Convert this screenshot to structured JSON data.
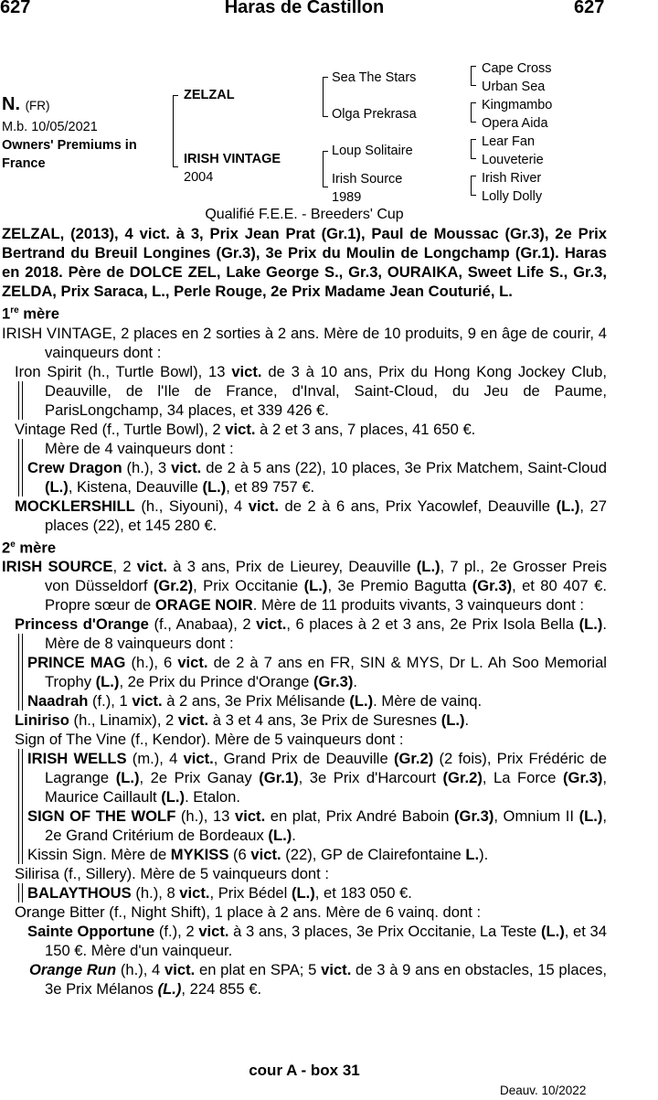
{
  "header": {
    "lot_left": "627",
    "title": "Haras de Castillon",
    "lot_right": "627"
  },
  "horse": {
    "name": "N.",
    "country": "(FR)",
    "desc": "M.b. 10/05/2021",
    "consignor_line1": "Owners' Premiums in",
    "consignor_line2": "France"
  },
  "pedigree": {
    "sire": "ZELZAL",
    "dam": "IRISH VINTAGE",
    "dam_year": "2004",
    "ss": "Sea The Stars",
    "sd": "Olga Prekrasa",
    "ds": "Loup Solitaire",
    "dd": "Irish Source",
    "dd_year": "1989",
    "sss": "Cape Cross",
    "ssd": "Urban Sea",
    "sds": "Kingmambo",
    "sdd": "Opera Aida",
    "dss": "Lear Fan",
    "dsd": "Louveterie",
    "dds": "Irish River",
    "ddd": "Lolly Dolly"
  },
  "qualif": "Qualifié F.E.E. - Breeders' Cup",
  "sire_par": "ZELZAL, (2013), 4 vict. à 3, Prix Jean Prat (Gr.1), Paul de Moussac (Gr.3), 2e Prix Bertrand du Breuil Longines (Gr.3), 3e Prix du Moulin de Longchamp (Gr.1). Haras en 2018. Père de DOLCE ZEL, Lake George S., Gr.3, OURAIKA, Sweet Life S., Gr.3, ZELDA, Prix Saraca, L., Perle Rouge, 2e Prix Madame Jean Couturié, L.",
  "m1": {
    "head": "1",
    "sup": "re",
    "tail": " mère"
  },
  "m1_dam": "IRISH VINTAGE, 2 places en 2 sorties à 2 ans. Mère de 10 produits, 9 en âge de courir, 4 vainqueurs dont :",
  "iron": {
    "name": "Iron Spirit",
    "a": " (h., Turtle Bowl), 13 ",
    "vict": "vict.",
    "b": " de 3 à 10 ans, Prix du Hong Kong Jockey Club, Deauville, de l'Ile de France, d'Inval, Saint-Cloud, du Jeu de Paume, ParisLongchamp, 34 places, et 339 426 €."
  },
  "vintage": {
    "name": "Vintage Red",
    "a": " (f., Turtle Bowl), 2 ",
    "vict": "vict.",
    "b": " à 2 et 3 ans, 7 places, 41 650 €.",
    "c": "Mère de 4 vainqueurs dont :"
  },
  "crew": {
    "name": "Crew Dragon",
    "a": " (h.), 3 ",
    "vict": "vict.",
    "b": " de 2 à 5 ans (22), 10 places, 3e Prix Matchem, Saint-Cloud ",
    "l1": "(L.)",
    "c": ", Kistena, Deauville ",
    "l2": "(L.)",
    "d": ", et 89 757 €."
  },
  "mock": {
    "name": "MOCKLERSHILL",
    "a": " (h., Siyouni), 4 ",
    "vict": "vict.",
    "b": " de 2 à 6 ans, Prix Yacowlef, Deauville ",
    "l1": "(L.)",
    "c": ", 27 places (22), et 145 280 €."
  },
  "m2": {
    "head": "2",
    "sup": "e",
    "tail": " mère"
  },
  "src": {
    "name": "IRISH SOURCE",
    "a": ", 2 ",
    "vict": "vict.",
    "b": " à 3 ans, Prix de Lieurey, Deauville ",
    "l1": "(L.)",
    "c": ", 7 pl., 2e Grosser Preis von Düsseldorf ",
    "g1": "(Gr.2)",
    "d": ", Prix Occitanie ",
    "l2": "(L.)",
    "e": ", 3e Premio Bagutta ",
    "g2": "(Gr.3)",
    "f": ", et 80 407 €. Propre sœur de ",
    "orage": "ORAGE NOIR",
    "g": ". Mère de 11 produits vivants, 3 vainqueurs dont :"
  },
  "princess": {
    "name": "Princess d'Orange",
    "a": " (f., Anabaa), 2 ",
    "vict": "vict.",
    "b": ", 6 places à 2 et 3 ans, 2e Prix Isola Bella ",
    "l1": "(L.)",
    "c": ". Mère de 8 vainqueurs dont :"
  },
  "mag": {
    "name": "PRINCE MAG",
    "a": " (h.), 6 ",
    "vict": "vict.",
    "b": " de 2 à 7 ans en FR, SIN & MYS, Dr L. Ah Soo Memorial Trophy ",
    "l1": "(L.)",
    "c": ", 2e Prix du Prince d'Orange ",
    "g1": "(Gr.3)",
    "d": "."
  },
  "naad": {
    "name": "Naadrah",
    "a": " (f.), 1 ",
    "vict": "vict.",
    "b": " à 2 ans, 3e Prix Mélisande ",
    "l1": "(L.)",
    "c": ". Mère de vainq."
  },
  "lini": {
    "name": "Liniriso",
    "a": " (h., Linamix), 2 ",
    "vict": "vict.",
    "b": " à 3 et 4 ans, 3e Prix de Suresnes ",
    "l1": "(L.)",
    "c": "."
  },
  "sign": {
    "text": "Sign of The Vine (f., Kendor). Mère de 5 vainqueurs dont :"
  },
  "wells": {
    "name": "IRISH WELLS",
    "a": " (m.), 4 ",
    "vict": "vict.",
    "b": ", Grand Prix de Deauville ",
    "g1": "(Gr.2)",
    "c": " (2 fois), Prix Frédéric de Lagrange ",
    "l1": "(L.)",
    "d": ", 2e Prix Ganay ",
    "g2": "(Gr.1)",
    "e": ", 3e Prix d'Harcourt ",
    "g3": "(Gr.2)",
    "f": ", La Force ",
    "g4": "(Gr.3)",
    "g": ", Maurice Caillault ",
    "l2": "(L.)",
    "h": ". Etalon."
  },
  "wolf": {
    "name": "SIGN OF THE WOLF",
    "a": " (h.), 13 ",
    "vict": "vict.",
    "b": " en plat, Prix André Baboin ",
    "g1": "(Gr.3)",
    "c": ", Omnium II ",
    "l1": "(L.)",
    "d": ", 2e Grand Critérium de Bordeaux ",
    "l2": "(L.)",
    "e": "."
  },
  "kissin": {
    "a": "Kissin Sign. Mère de ",
    "name": "MYKISS",
    "b": " (6 ",
    "vict": "vict.",
    "c": " (22), GP de Clairefontaine ",
    "l1": "L.",
    "d": ")."
  },
  "silirisa": {
    "text": "Silirisa (f., Sillery). Mère de 5 vainqueurs dont :"
  },
  "balay": {
    "name": "BALAYTHOUS",
    "a": " (h.), 8 ",
    "vict": "vict.",
    "b": ", Prix Bédel ",
    "l1": "(L.)",
    "c": ", et 183 050 €."
  },
  "bitter": {
    "text": "Orange Bitter (f., Night Shift), 1 place à 2 ans. Mère de 6 vainq. dont :"
  },
  "sainte": {
    "name": "Sainte Opportune",
    "a": " (f.), 2 ",
    "vict": "vict.",
    "b": " à 3 ans, 3 places, 3e Prix Occitanie, La Teste ",
    "l1": "(L.)",
    "c": ", et 34 150 €. Mère d'un vainqueur."
  },
  "run": {
    "name": "Orange Run",
    "a": " (h.), 4 ",
    "vict1": "vict.",
    "b": " en plat en SPA; 5 ",
    "vict2": "vict.",
    "c": " de 3 à 9 ans en obstacles, 15 places, 3e Prix Mélanos ",
    "l1": "(L.)",
    "d": ", 224 855 €."
  },
  "footer": {
    "location": "cour A - box 31",
    "sale": "Deauv. 10/2022"
  }
}
